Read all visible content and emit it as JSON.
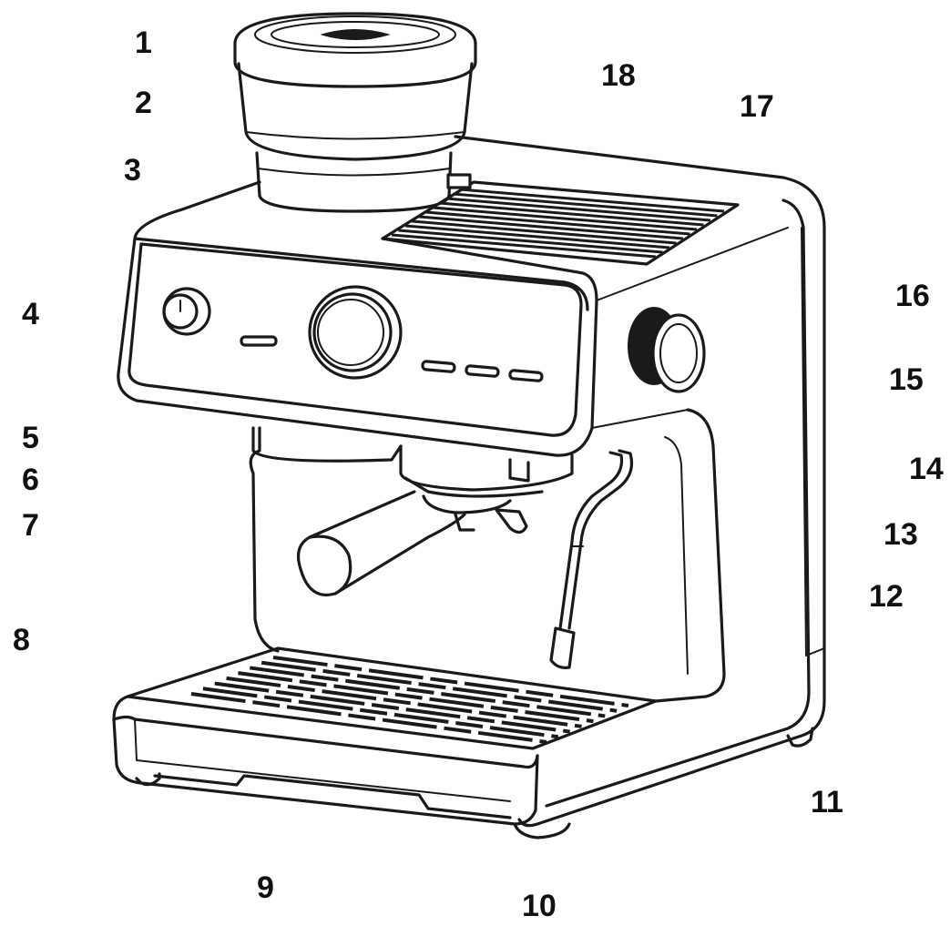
{
  "callouts": [
    "1",
    "2",
    "3",
    "4",
    "5",
    "6",
    "7",
    "8",
    "9",
    "10",
    "11",
    "12",
    "13",
    "14",
    "15",
    "16",
    "17",
    "18"
  ],
  "colors": {
    "line": "#1a1a1a",
    "background": "#ffffff",
    "text": "#111111"
  }
}
